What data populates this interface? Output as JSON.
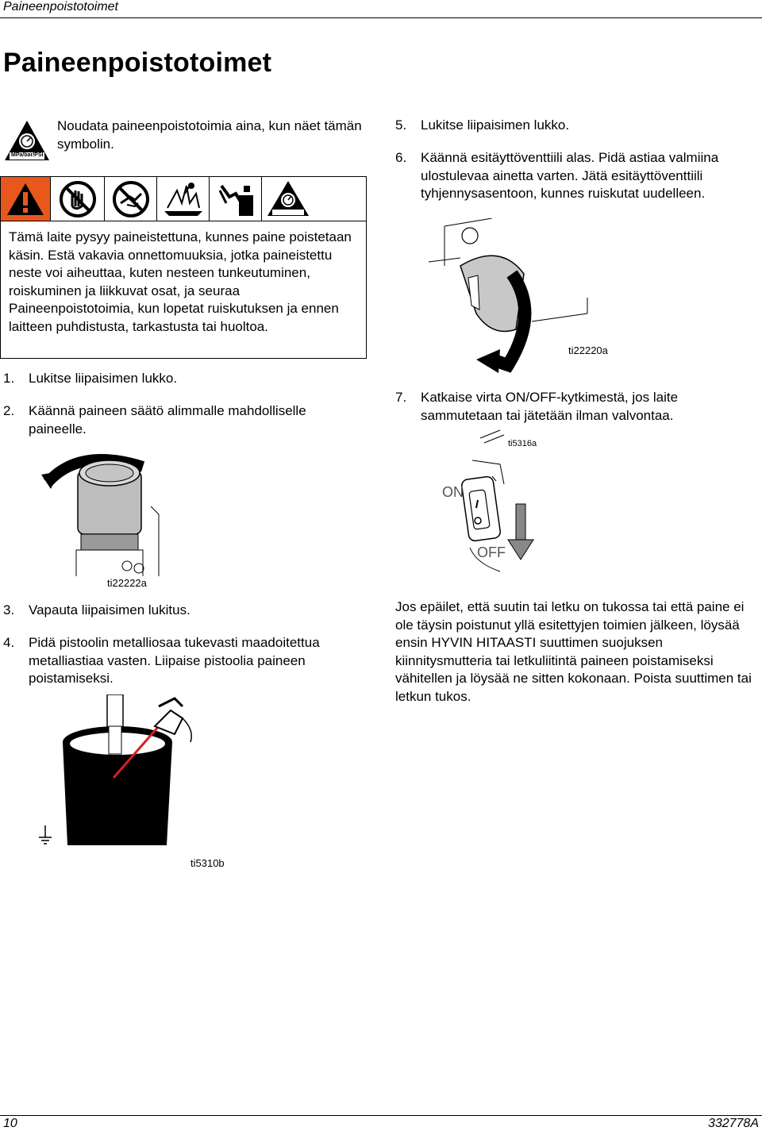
{
  "header": {
    "running_title": "Paineenpoistotoimet"
  },
  "page_title": "Paineenpoistotoimet",
  "symbol_note": "Noudata paineenpoistotoimia aina, kun näet tämän symbolin.",
  "symbol_label": "MPa/bar/PSI",
  "warning": {
    "text": "Tämä laite pysyy paineistettuna, kunnes paine poistetaan käsin. Estä vakavia onnettomuuksia, jotka paineistettu neste voi aiheuttaa, kuten nesteen tunkeutuminen, roiskuminen ja liikkuvat osat, ja seuraa Paineenpoistotoimia, kun lopetat ruiskutuksen ja ennen laitteen puhdistusta, tarkastusta tai huoltoa.",
    "icons": [
      "warning-triangle-icon",
      "no-hand-icon",
      "no-hand-in-spray-icon",
      "fluid-injection-icon",
      "moving-parts-icon",
      "pressure-gauge-icon"
    ]
  },
  "steps_left": [
    {
      "num": "1.",
      "text": "Lukitse liipaisimen lukko."
    },
    {
      "num": "2.",
      "text": "Käännä paineen säätö alimmalle mahdolliselle paineelle."
    },
    {
      "num": "3.",
      "text": "Vapauta liipaisimen lukitus."
    },
    {
      "num": "4.",
      "text": "Pidä pistoolin metalliosaa tukevasti maadoitettua metalliastiaa vasten. Liipaise pistoolia paineen poistamiseksi."
    }
  ],
  "steps_right": [
    {
      "num": "5.",
      "text": "Lukitse liipaisimen lukko."
    },
    {
      "num": "6.",
      "text": "Käännä esitäyttöventtiili alas. Pidä astiaa valmiina ulostulevaa ainetta varten. Jätä esitäyttöventtiili tyhjennysasentoon, kunnes ruiskutat uudelleen."
    },
    {
      "num": "7.",
      "text": "Katkaise virta ON/OFF-kytkimestä, jos laite sammutetaan tai jätetään ilman valvontaa."
    }
  ],
  "figures": {
    "pressure_knob": "ti22222a",
    "prime_valve": "ti22220a",
    "switch": "ti5316a",
    "switch_on": "ON",
    "switch_off": "OFF",
    "bucket": "ti5310b"
  },
  "clog_note": "Jos epäilet, että suutin tai letku on tukossa tai että paine ei ole täysin poistunut yllä esitettyjen toimien jälkeen, löysää ensin HYVIN HITAASTI suuttimen suojuksen kiinnitysmutteria tai letkuliitintä paineen poistamiseksi vähitellen ja löysää ne sitten kokonaan. Poista suuttimen tai letkun tukos.",
  "footer": {
    "page_number": "10",
    "doc_number": "332778A"
  },
  "colors": {
    "warning_orange": "#e8581c",
    "red": "#d32020"
  }
}
